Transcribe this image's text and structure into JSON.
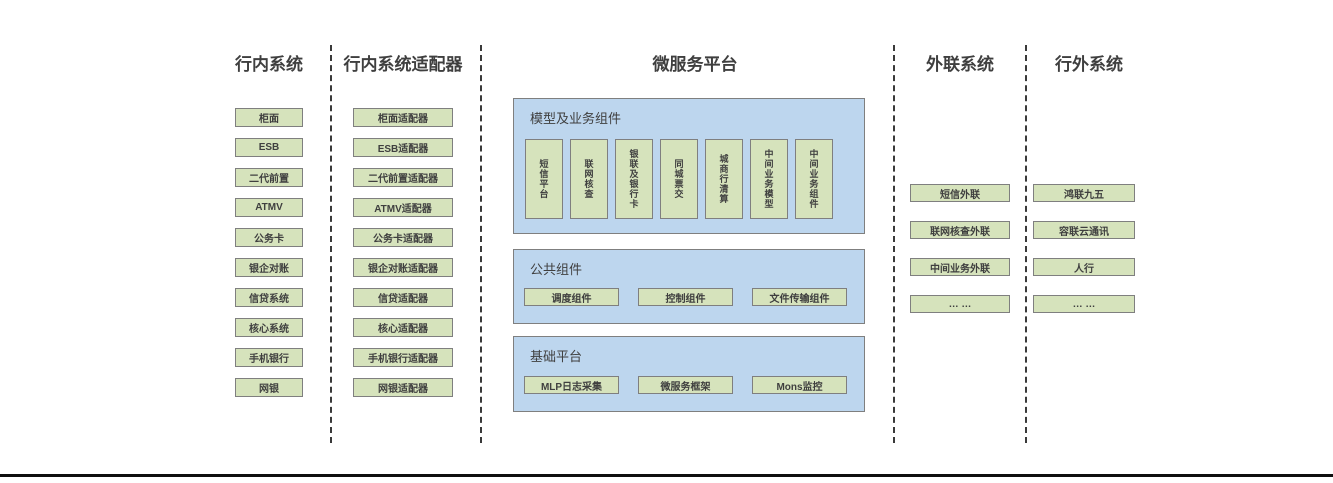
{
  "columns": {
    "internal": {
      "title": "行内系统",
      "items": [
        "柜面",
        "ESB",
        "二代前置",
        "ATMV",
        "公务卡",
        "银企对账",
        "信贷系统",
        "核心系统",
        "手机银行",
        "网银"
      ]
    },
    "adapters": {
      "title": "行内系统适配器",
      "items": [
        "柜面适配器",
        "ESB适配器",
        "二代前置适配器",
        "ATMV适配器",
        "公务卡适配器",
        "银企对账适配器",
        "信贷适配器",
        "核心适配器",
        "手机银行适配器",
        "网银适配器"
      ]
    },
    "platform": {
      "title": "微服务平台",
      "panels": [
        {
          "title": "模型及业务组件",
          "items": [
            "短信平台",
            "联网核查",
            "银联及银行卡",
            "同城票交",
            "城商行清算",
            "中间业务模型",
            "中间业务组件"
          ]
        },
        {
          "title": "公共组件",
          "items": [
            "调度组件",
            "控制组件",
            "文件传输组件"
          ]
        },
        {
          "title": "基础平台",
          "items": [
            "MLP日志采集",
            "微服务框架",
            "Mons监控"
          ]
        }
      ]
    },
    "external_link": {
      "title": "外联系统",
      "items": [
        "短信外联",
        "联网核查外联",
        "中间业务外联",
        "… …"
      ]
    },
    "outside": {
      "title": "行外系统",
      "items": [
        "鸿联九五",
        "容联云通讯",
        "人行",
        "… …"
      ]
    }
  },
  "colors": {
    "box_green": "#d6e3bc",
    "panel_blue": "#bdd6ee",
    "border_gray": "#7f7f7f",
    "text": "#3f3f3f",
    "divider": "#3a3a3a",
    "bottom_line": "#0f0f0f"
  }
}
